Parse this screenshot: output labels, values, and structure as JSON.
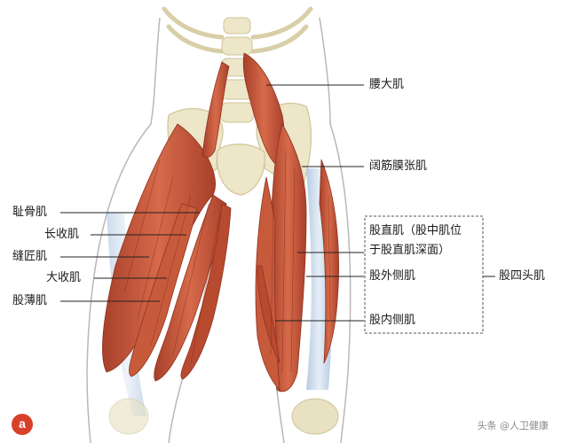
{
  "labels": {
    "psoas": "腰大肌",
    "tfl": "阔筋膜张肌",
    "pectineus": "耻骨肌",
    "adductor_longus": "长收肌",
    "sartorius": "缝匠肌",
    "adductor_magnus": "大收肌",
    "gracilis": "股薄肌",
    "rectus_femoris_line1": "股直肌（股中肌位",
    "rectus_femoris_line2": "于股直肌深面）",
    "vastus_lateralis": "股外侧肌",
    "vastus_medialis": "股内侧肌",
    "quadriceps": "股四头肌"
  },
  "badge": {
    "text": "a",
    "color": "#d9402a"
  },
  "watermark": "头条 @人卫健康",
  "colors": {
    "muscle": "#c8553a",
    "muscle_dark": "#9e3a24",
    "bone": "#ede6c8",
    "tendon": "#c6d6e8",
    "skin_outline": "#b8b8b8"
  }
}
